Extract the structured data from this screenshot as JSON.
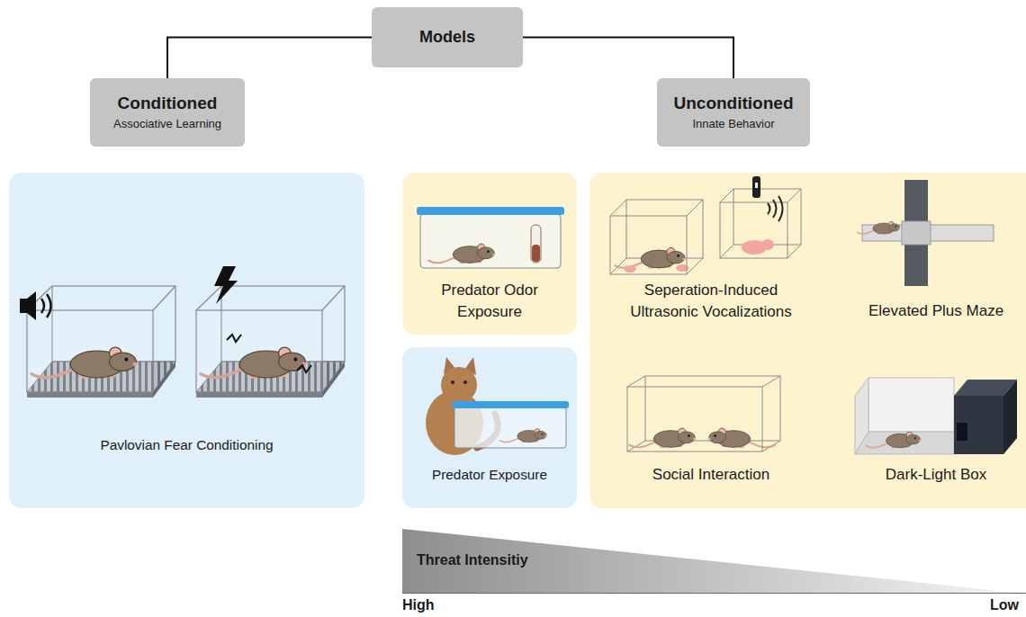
{
  "diagram": {
    "nodes": [
      {
        "text": [
          "Models"
        ]
      },
      {
        "text": [
          "Conditioned",
          "Associative Learning"
        ]
      },
      {
        "text": [
          "Unconditioned",
          "Innate Behavior"
        ]
      },
      {
        "text": [
          "Pavlovian Fear Conditioning"
        ]
      },
      {
        "text": [
          "Predator Odor Exposure"
        ]
      },
      {
        "text": [
          "Predator Exposure"
        ]
      },
      {
        "text": [
          "Seperation-Induced Ultrasonic Vocalizations",
          "Elevated Plus Maze",
          "Social Interaction",
          "Dark-Light Box"
        ]
      },
      {
        "text": [
          "Threat Intensitiy"
        ]
      }
    ],
    "edges": [
      {
        "from": 0,
        "to": 1,
        "arrow": "none"
      },
      {
        "from": 0,
        "to": 2,
        "arrow": "none"
      }
    ],
    "labels": [
      "High",
      "Low"
    ]
  }
}
